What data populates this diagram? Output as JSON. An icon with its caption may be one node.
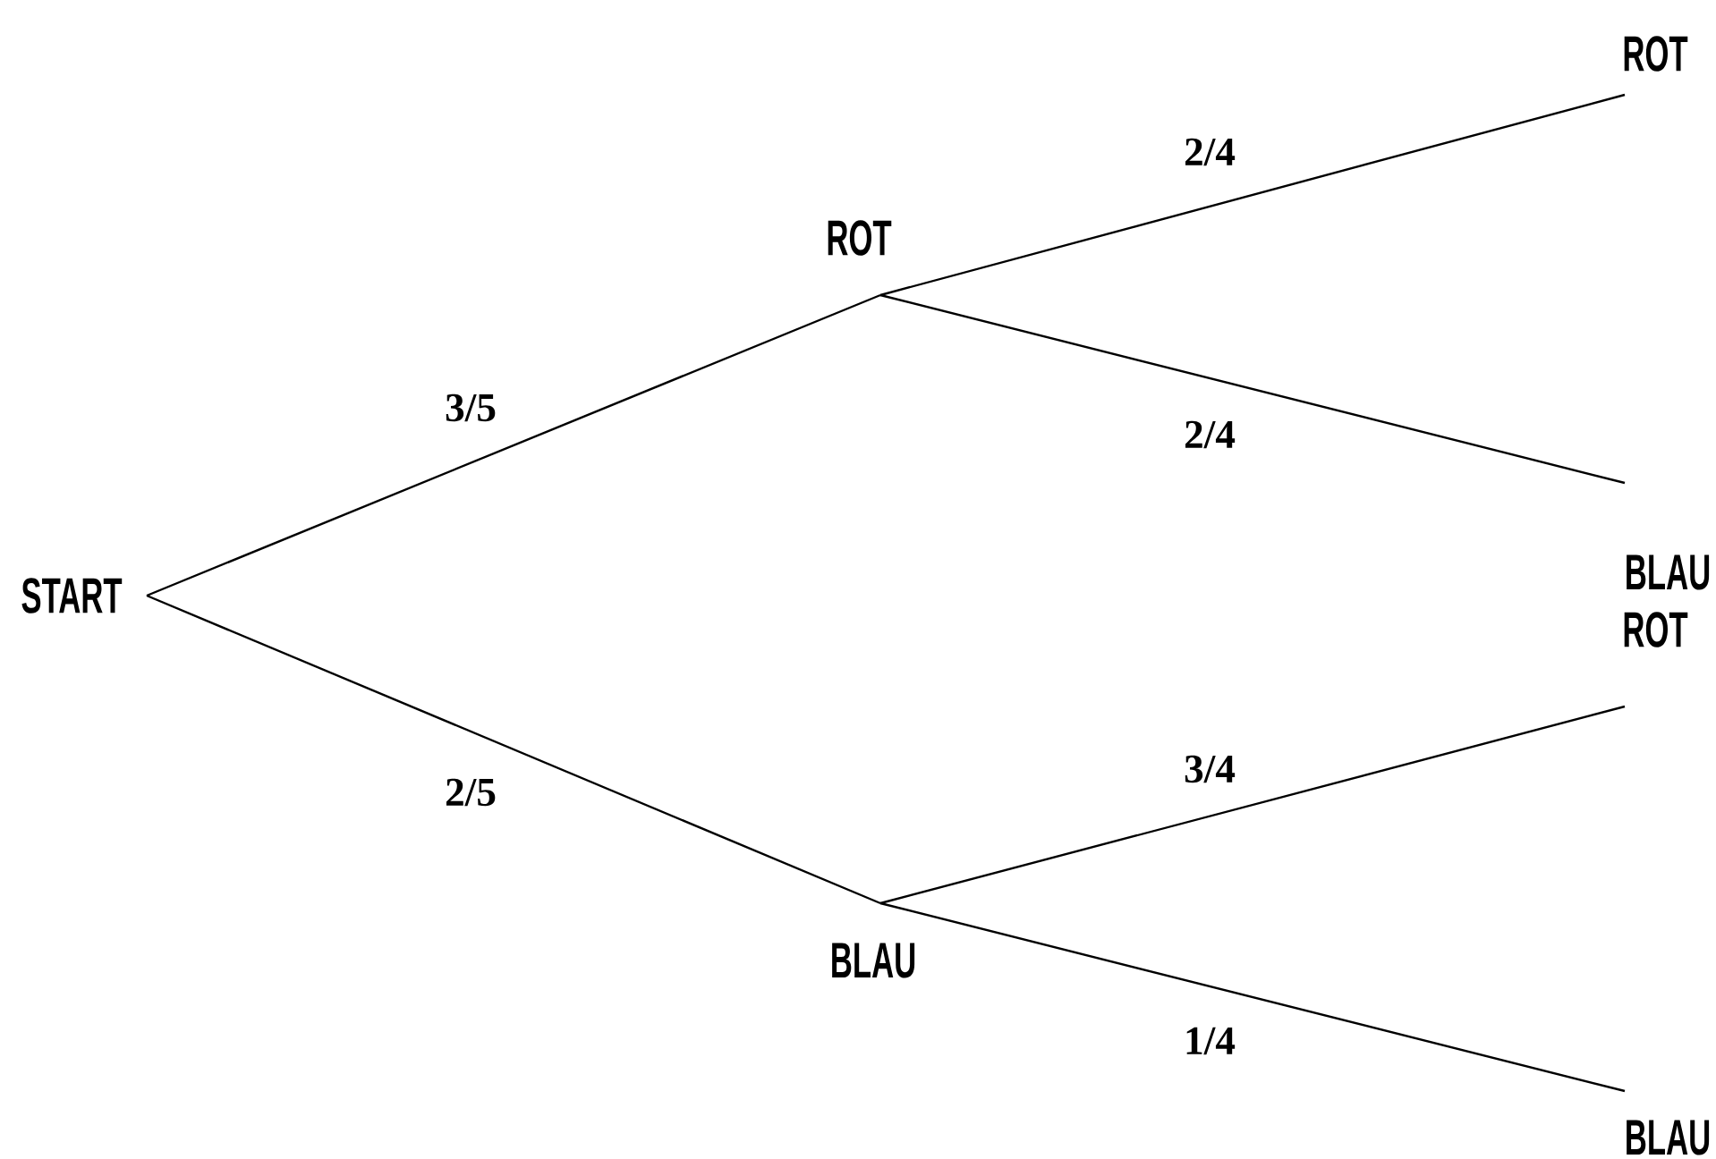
{
  "diagram": {
    "nodes": [
      {
        "text": [
          "START"
        ]
      },
      {
        "text": [
          "ROT"
        ]
      },
      {
        "text": [
          "BLAU"
        ]
      },
      {
        "text": [
          "ROT"
        ]
      },
      {
        "text": [
          "BLAU"
        ]
      },
      {
        "text": [
          "ROT"
        ]
      },
      {
        "text": [
          "BLAU"
        ]
      }
    ],
    "edges": [
      {
        "from": 0,
        "to": 1,
        "arrow": "none",
        "label": "3/5"
      },
      {
        "from": 0,
        "to": 2,
        "arrow": "none",
        "label": "2/5"
      },
      {
        "from": 1,
        "to": 3,
        "arrow": "none",
        "label": "2/4"
      },
      {
        "from": 1,
        "to": 4,
        "arrow": "none",
        "label": "2/4"
      },
      {
        "from": 2,
        "to": 5,
        "arrow": "none",
        "label": "3/4"
      },
      {
        "from": 2,
        "to": 6,
        "arrow": "none",
        "label": "1/4"
      }
    ]
  }
}
